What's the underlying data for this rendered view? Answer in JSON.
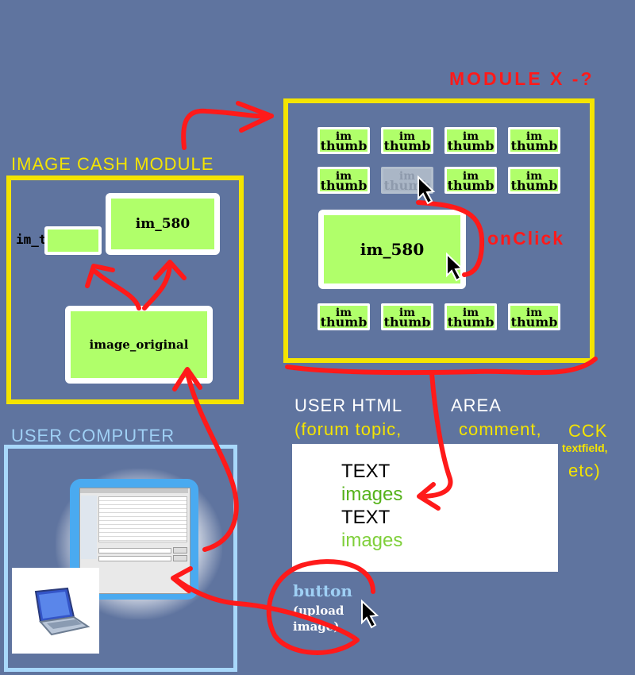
{
  "module_x": {
    "title": "MODULE X -?",
    "thumb_row1": [
      "im",
      "thumb"
    ],
    "large_label": "im_580",
    "onclick_label": "onClick",
    "thumb_l1": "im",
    "thumb_l2": "thumb"
  },
  "image_cache": {
    "title": "IMAGE CASH MODULE",
    "thumb_caption": "im_thumb",
    "im580_label": "im_580",
    "original_label": "image_original"
  },
  "user_computer": {
    "title": "USER COMPUTER"
  },
  "user_html": {
    "line1_a": "USER HTML",
    "line1_b": "AREA",
    "line2_a": "(forum topic,",
    "line2_b": "comment,",
    "cck": "CCK",
    "textfield": "textfield,",
    "etc": "etc)",
    "content": [
      {
        "text": "TEXT",
        "color": "#000000"
      },
      {
        "text": "images",
        "color": "#55b21a"
      },
      {
        "text": "TEXT",
        "color": "#000000"
      },
      {
        "text": "images",
        "color": "#7fcf3a"
      }
    ]
  },
  "button": {
    "label": "button",
    "sub1": "(upload",
    "sub2": "image)"
  },
  "colors": {
    "background": "#5f749f",
    "yellow": "#f4e400",
    "green": "#b0ff6a",
    "red_arrow": "#ff1a1a",
    "light_blue": "#9fd0f5"
  }
}
